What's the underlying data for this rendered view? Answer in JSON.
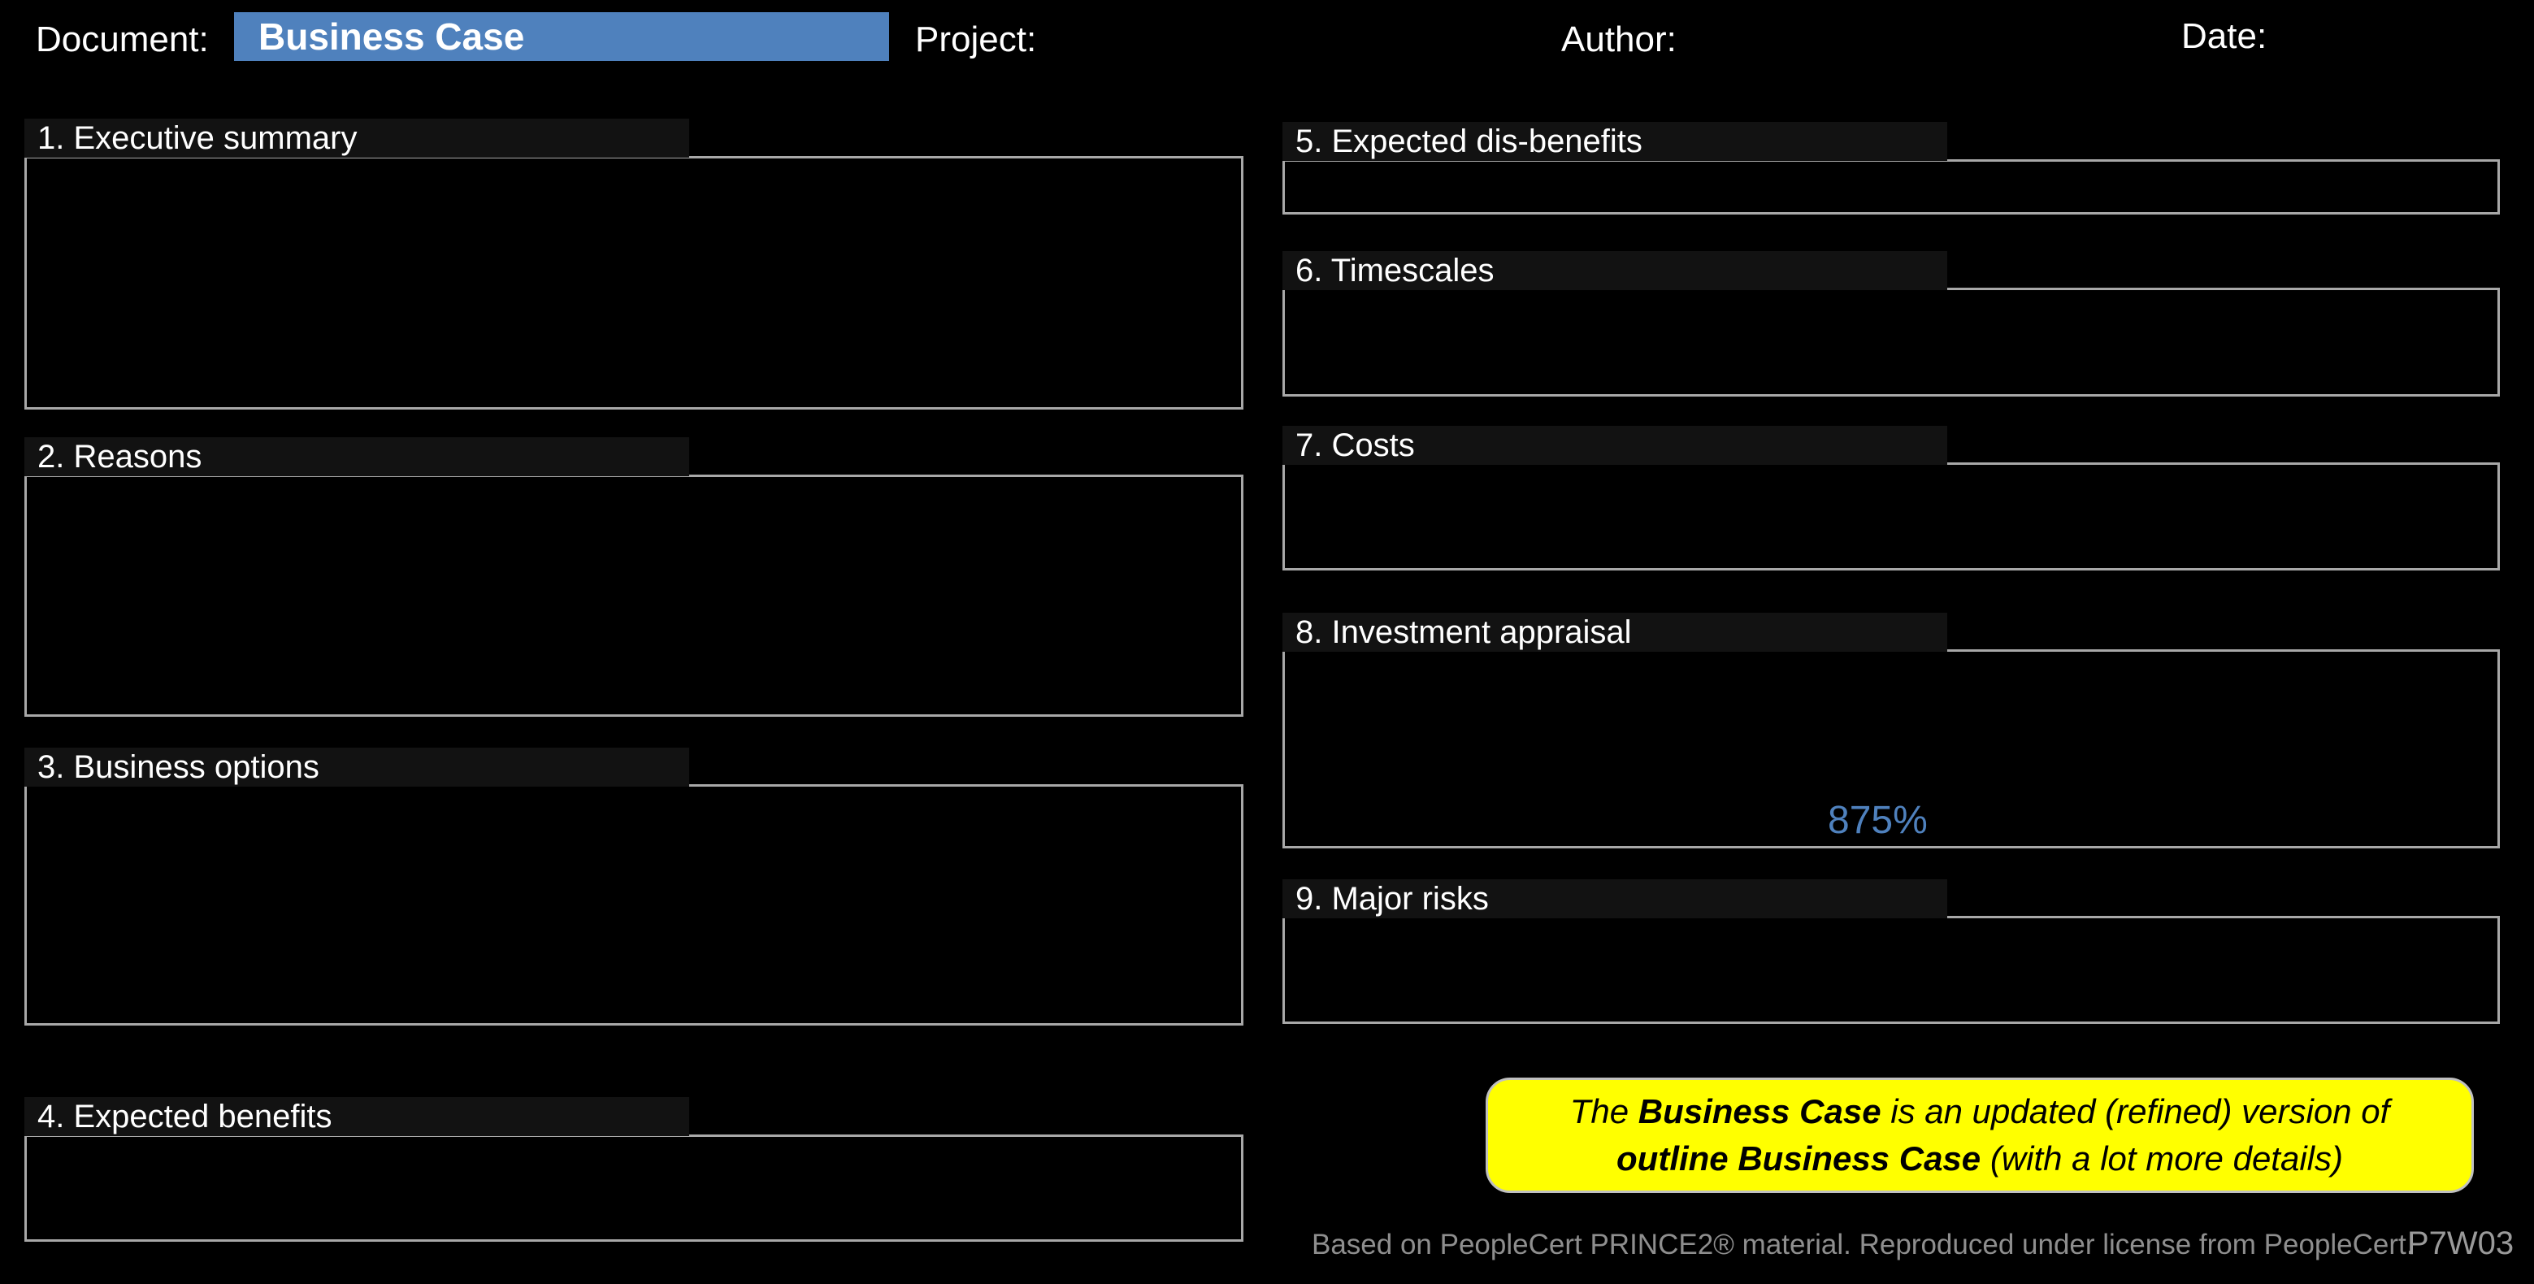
{
  "header": {
    "document_label": "Document:",
    "document_value": "Business Case",
    "project_label": "Project:",
    "author_label": "Author:",
    "date_label": "Date:"
  },
  "sections": {
    "left": [
      {
        "label": "1. Executive summary"
      },
      {
        "label": "2. Reasons"
      },
      {
        "label": "3. Business options"
      },
      {
        "label": "4. Expected benefits"
      }
    ],
    "right": [
      {
        "label": "5. Expected dis-benefits"
      },
      {
        "label": "6. Timescales"
      },
      {
        "label": "7. Costs"
      },
      {
        "label": "8. Investment appraisal",
        "value": "875%"
      },
      {
        "label": "9. Major risks"
      }
    ]
  },
  "note": {
    "part1": "The ",
    "bold1": "Business Case",
    "part2": " is an updated (refined) version of ",
    "bold2": "outline Business Case",
    "part3": " (with a lot more details)"
  },
  "footer": {
    "attribution": "Based on PeopleCert PRINCE2® material. Reproduced under license from PeopleCert.",
    "code": "P7W03"
  },
  "colors": {
    "accent_blue": "#4F81BD",
    "highlight_yellow": "#FFFF00",
    "border_gray": "#A8A8A8",
    "label_background": "#121212",
    "attribution_gray": "#8E8E8E"
  }
}
